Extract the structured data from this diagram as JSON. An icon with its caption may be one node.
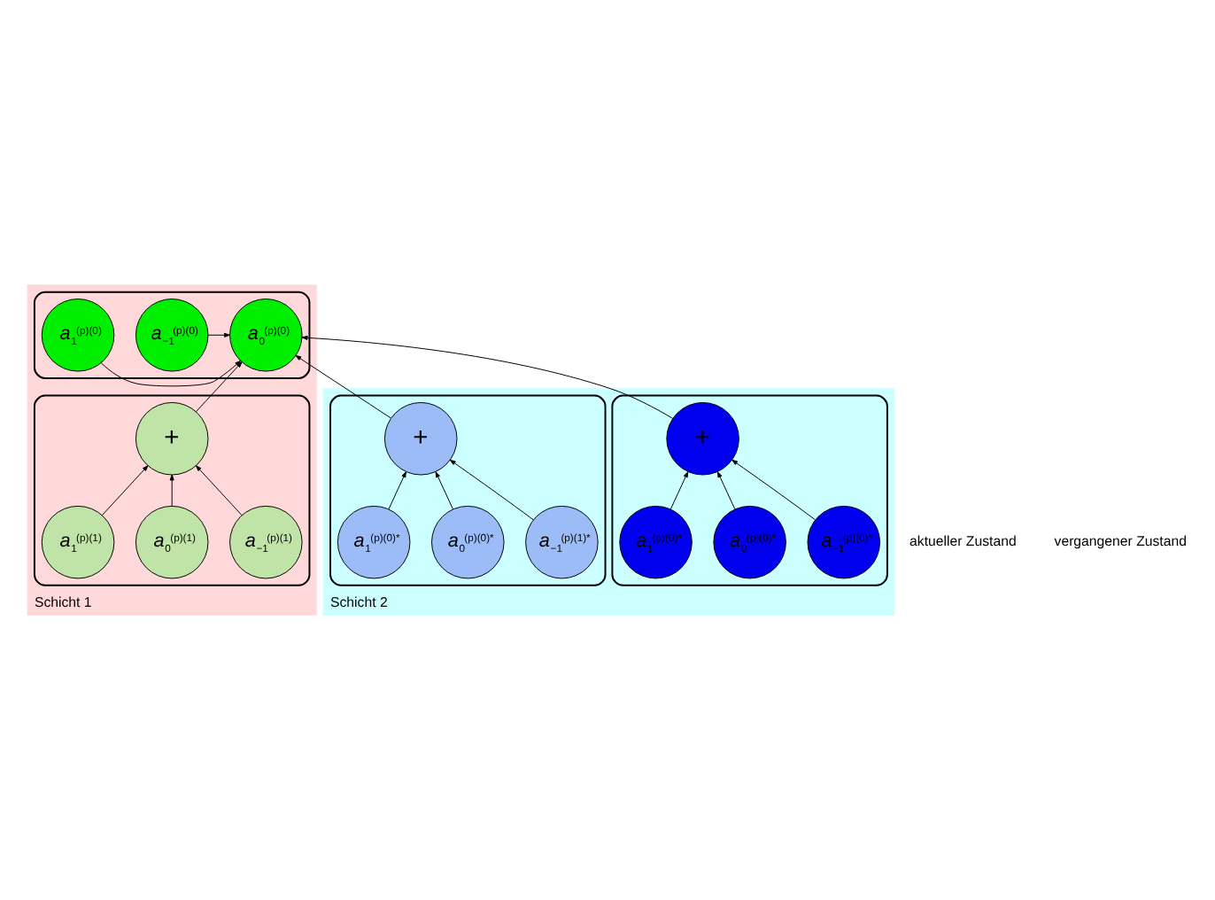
{
  "diagram": {
    "nodes": [
      {
        "text": [
          "Schicht 1"
        ]
      },
      {
        "text": [],
        "shape": "box",
        "in": 0
      },
      {
        "text": [
          "*a*$_{−1}$$^{(p)(0)}$"
        ],
        "in": 1
      },
      {
        "text": [
          "*a*$_{0}$$^{(p)(0)}$"
        ],
        "in": 1
      },
      {
        "text": [
          "*a*$_{1}$$^{(p)(0)}$"
        ],
        "in": 1
      },
      {
        "text": [],
        "shape": "box",
        "in": 0
      },
      {
        "text": [
          "*a*$_{−1}$$^{(p)(1)}$"
        ],
        "in": 5
      },
      {
        "text": [
          "*a*$_{0}$$^{(p)(1)}$"
        ],
        "in": 5
      },
      {
        "text": [
          "*a*$_{1}$$^{(p)(1)}$"
        ],
        "in": 5
      },
      {
        "text": [
          "+"
        ],
        "in": 5
      },
      {
        "text": [
          "Schicht 2"
        ]
      },
      {
        "text": [],
        "shape": "box",
        "in": 10
      },
      {
        "text": [
          "+"
        ],
        "in": 11
      },
      {
        "text": [
          "*a*$_{−1}$$^{(p)(0)*}$"
        ],
        "in": 11
      },
      {
        "text": [
          "*a*$_{0}$$^{(p)(0)*}$"
        ],
        "in": 11
      },
      {
        "text": [
          "*a*$_{1}$$^{(p)(0)*}$"
        ],
        "in": 11
      },
      {
        "text": [],
        "shape": "box",
        "in": 10
      },
      {
        "text": [
          "+"
        ],
        "in": 16
      },
      {
        "text": [
          "*a*$_{−1}$$^{(p)(1)*}$"
        ],
        "in": 16
      },
      {
        "text": [
          "*a*$_{0}$$^{(p)(0)*}$"
        ],
        "in": 16
      },
      {
        "text": [
          "*a*$_{1}$$^{(p)(0)*}$"
        ],
        "in": 16
      }
    ],
    "edges": [
      {
        "from": 2,
        "to": 3,
        "arrow": "to"
      },
      {
        "from": 4,
        "to": 3,
        "arrow": "to"
      },
      {
        "from": 6,
        "to": 9,
        "arrow": "to"
      },
      {
        "from": 7,
        "to": 9,
        "arrow": "to"
      },
      {
        "from": 8,
        "to": 9,
        "arrow": "to"
      },
      {
        "from": 9,
        "to": 3,
        "arrow": "to"
      },
      {
        "from": 12,
        "to": 3,
        "arrow": "to"
      },
      {
        "from": 17,
        "to": 3,
        "arrow": "to"
      },
      {
        "from": 13,
        "to": 12,
        "arrow": "to"
      },
      {
        "from": 14,
        "to": 12,
        "arrow": "to"
      },
      {
        "from": 15,
        "to": 12,
        "arrow": "to"
      },
      {
        "from": 18,
        "to": 17,
        "arrow": "to"
      },
      {
        "from": 19,
        "to": 17,
        "arrow": "to"
      },
      {
        "from": 20,
        "to": 17,
        "arrow": "to"
      }
    ],
    "labels": [
      "aktueller Zustand",
      "vergangener Zustand"
    ]
  }
}
